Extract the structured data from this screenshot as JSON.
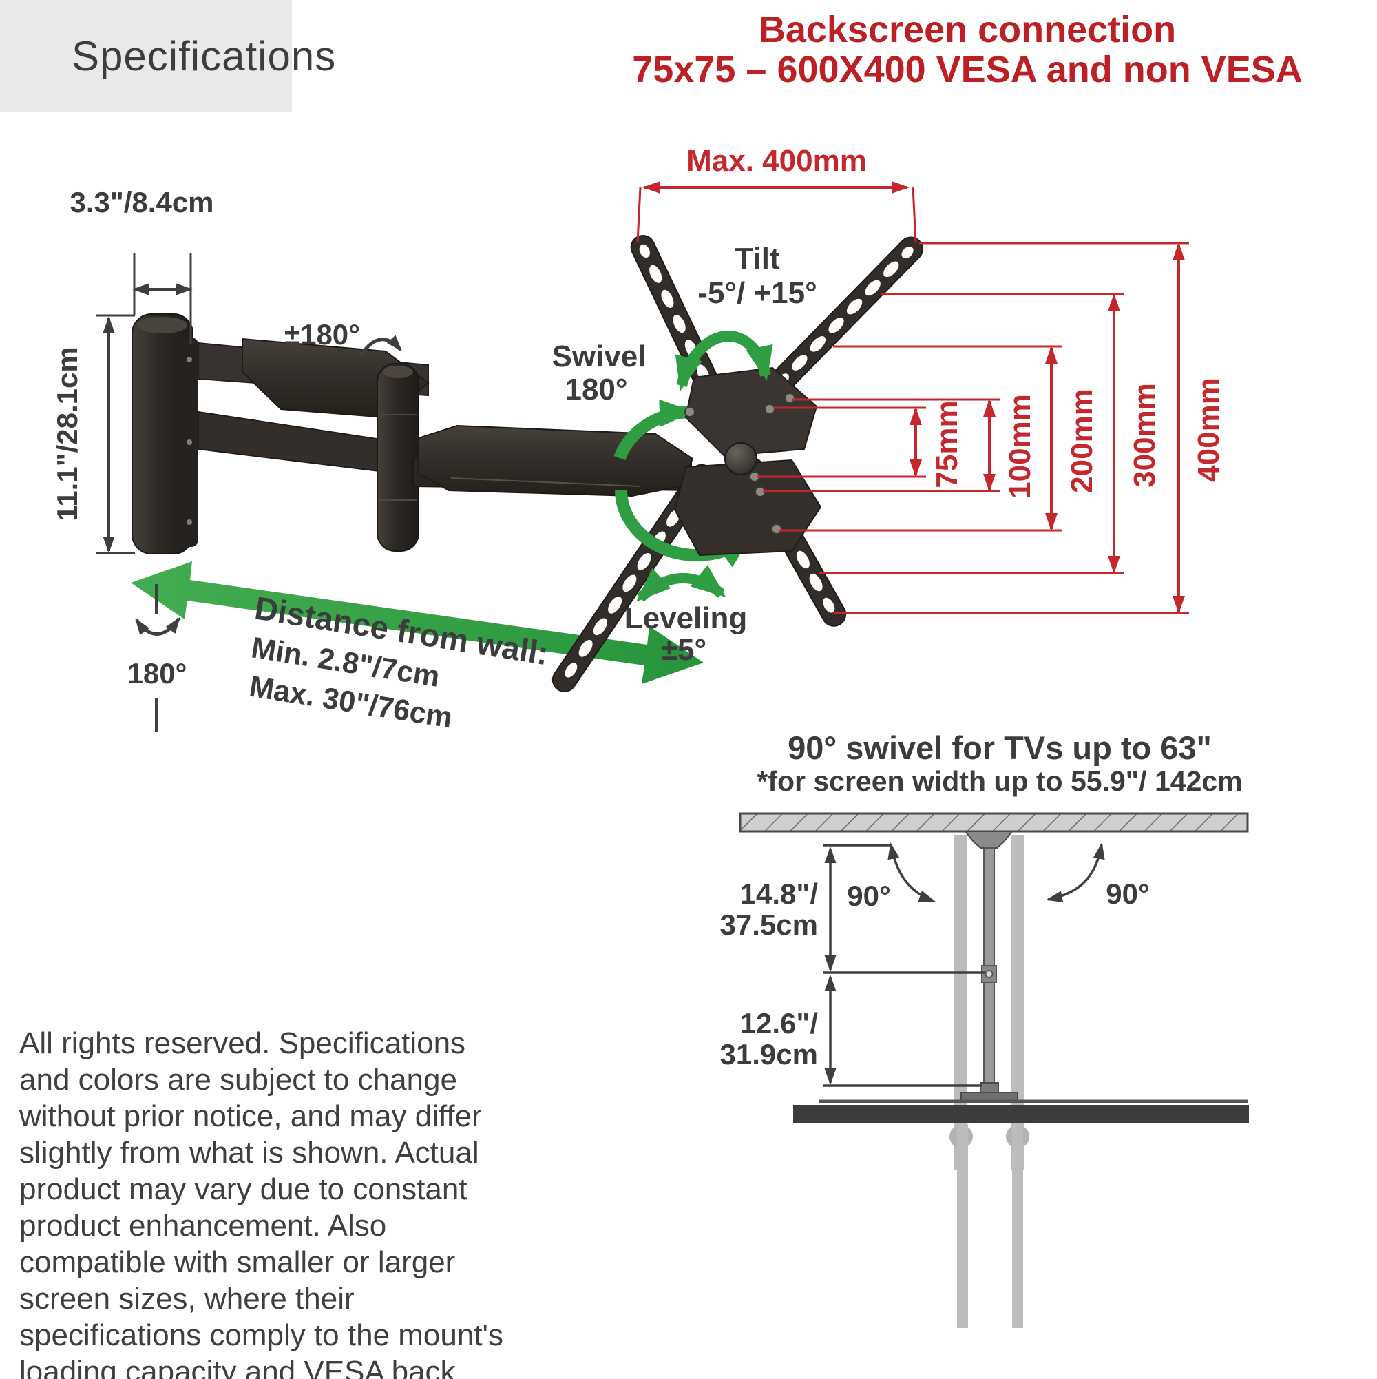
{
  "header": {
    "title": "Specifications",
    "subtitle_line1": "Backscreen connection",
    "subtitle_line2": "75x75 – 600X400 VESA and non VESA"
  },
  "colors": {
    "accent_red": "#c4272c",
    "heading_red": "#bc1f24",
    "green": "#2f9e43",
    "dark_text": "#3e3e3e",
    "panel_gray": "#e9e9e9"
  },
  "main_diagram": {
    "labels": {
      "max_width": "Max. 400mm",
      "tilt": "Tilt",
      "tilt_range": "-5°/ +15°",
      "swivel": "Swivel",
      "swivel_angle": "180°",
      "arm_rotation": "±180°",
      "base_rotation": "180°",
      "plate_width": "3.3\"/8.4cm",
      "plate_height": "11.1\"/28.1cm",
      "leveling": "Leveling",
      "leveling_range": "±5°",
      "distance_title": "Distance from wall:",
      "distance_min": "Min. 2.8\"/7cm",
      "distance_max": "Max. 30\"/76cm"
    },
    "vesa": {
      "v75": "75mm",
      "v100": "100mm",
      "v200": "200mm",
      "v300": "300mm",
      "v400": "400mm"
    }
  },
  "side_view": {
    "title": "90° swivel for TVs up to 63\"",
    "subtitle": "*for screen width up to 55.9\"/ 142cm",
    "height_top_line1": "14.8\"/",
    "height_top_line2": "37.5cm",
    "height_bottom_line1": "12.6\"/",
    "height_bottom_line2": "31.9cm",
    "swivel_left": "90°",
    "swivel_right": "90°"
  },
  "footer": {
    "disclaimer": "All rights reserved. Specifications and colors are subject to change without prior notice, and may differ slightly from what is shown. Actual product may vary due to constant product enhancement. Also compatible with smaller or larger screen sizes, where their specifications comply to the mount's loading capacity and VESA back hole pattern."
  }
}
